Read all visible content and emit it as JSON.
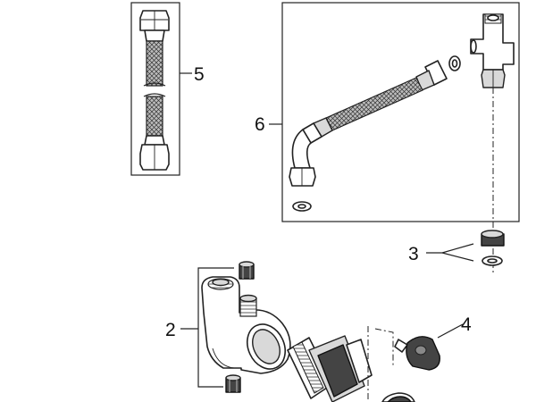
{
  "diagram": {
    "callouts": [
      {
        "id": "5",
        "label": "5"
      },
      {
        "id": "6",
        "label": "6"
      },
      {
        "id": "3",
        "label": "3"
      },
      {
        "id": "2",
        "label": "2"
      },
      {
        "id": "4",
        "label": "4"
      }
    ]
  }
}
